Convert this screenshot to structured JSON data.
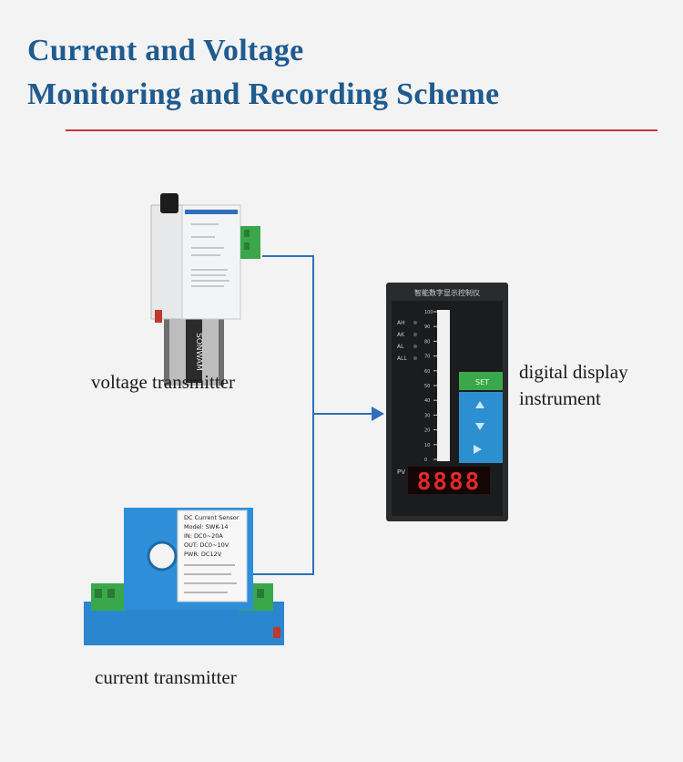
{
  "title": {
    "line1": "Current and Voltage",
    "line2": "Monitoring and Recording Scheme"
  },
  "labels": {
    "voltage_transmitter": "voltage transmitter",
    "current_transmitter": "current transmitter",
    "display_line1": "digital display",
    "display_line2": "instrument"
  },
  "display": {
    "header": "智能数字显示控制仪",
    "indicators": [
      "AH",
      "AK",
      "AL",
      "ALL"
    ],
    "set_label": "SET",
    "pv_label": "PV",
    "pv_value": "8888",
    "scale_ticks": [
      "100",
      "90",
      "80",
      "70",
      "60",
      "50",
      "40",
      "30",
      "20",
      "10",
      "0"
    ]
  },
  "current_sensor_label": {
    "line1": "DC Current Sensor",
    "line2": "Model: SWK-14",
    "line3": "IN: DC0~20A",
    "line4": "OUT: DC0~10V",
    "line5": "PWR: DC12V"
  },
  "brand": "SONWAM",
  "colors": {
    "title": "#1f5b8e",
    "rule": "#c8363b",
    "wire": "#2f6fb8",
    "sensor_body": "#2e8fd8",
    "terminal": "#39a848"
  }
}
